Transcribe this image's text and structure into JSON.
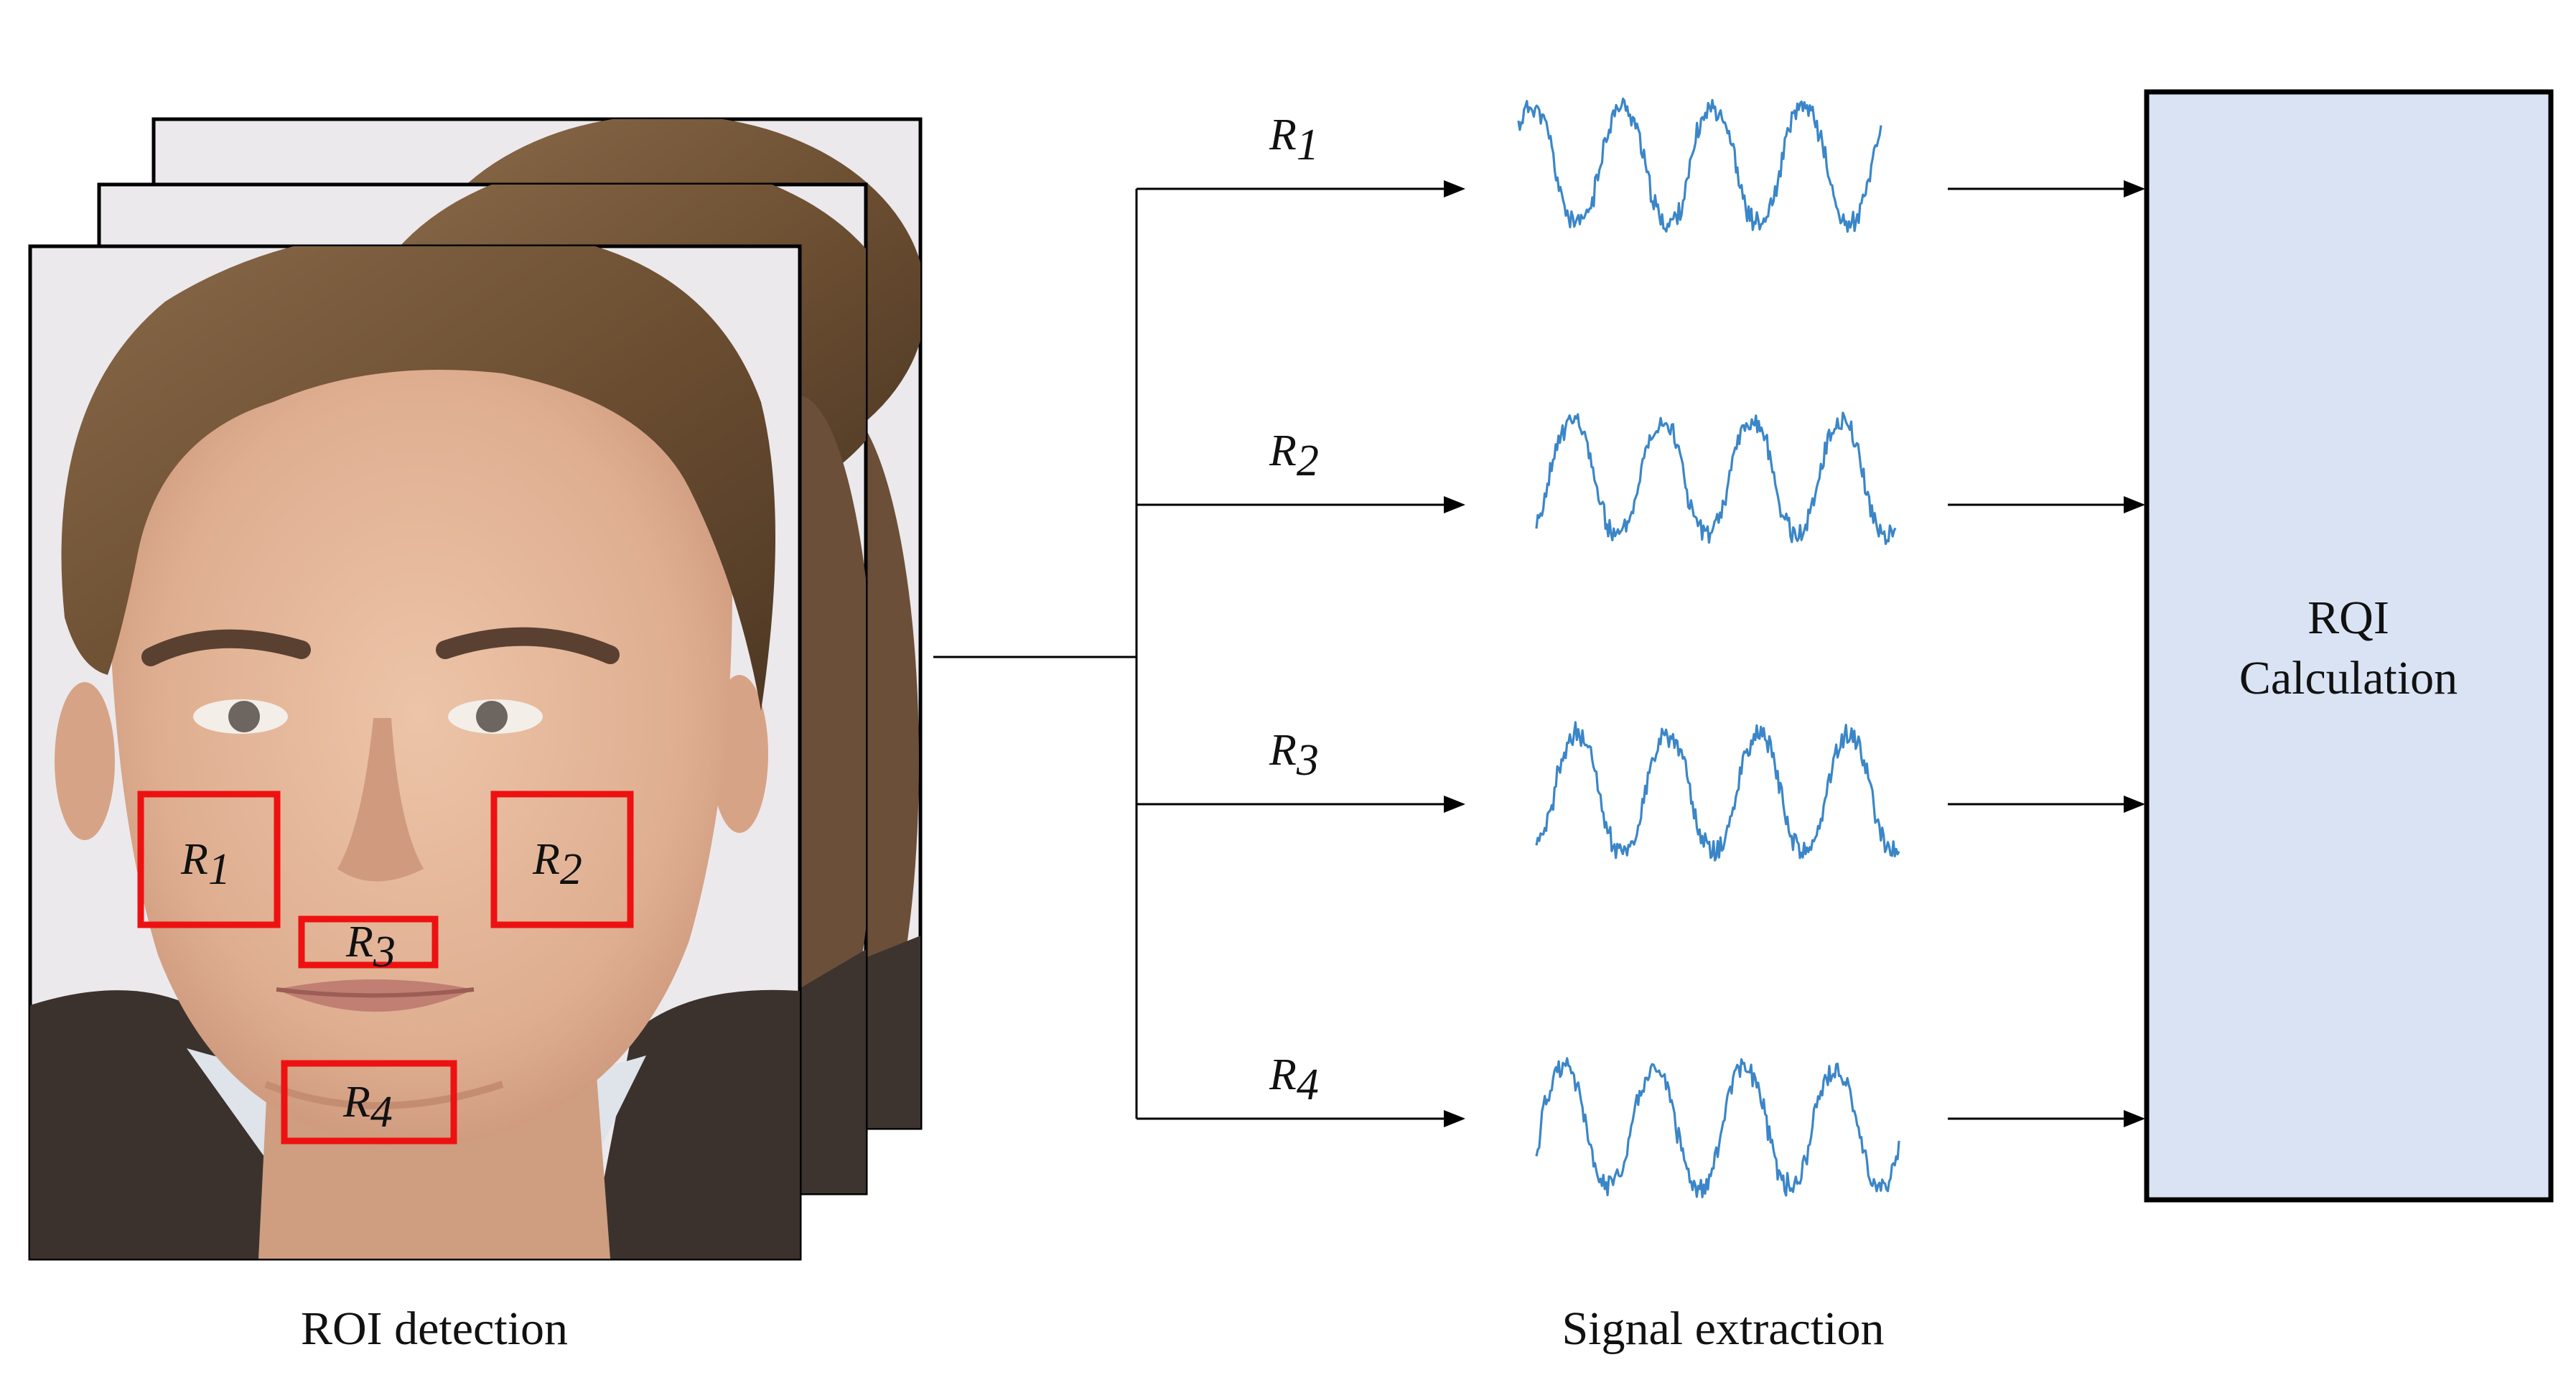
{
  "captions": {
    "roi_detection": "ROI detection",
    "signal_extraction": "Signal extraction"
  },
  "rqi_box": {
    "line1": "RQI",
    "line2": "Calculation",
    "fill": "#dae3f3"
  },
  "regions": [
    {
      "letter": "R",
      "sub": "1"
    },
    {
      "letter": "R",
      "sub": "2"
    },
    {
      "letter": "R",
      "sub": "3"
    },
    {
      "letter": "R",
      "sub": "4"
    }
  ],
  "colors": {
    "roi_box": "#ee1111",
    "signal": "#3a86c8",
    "line": "#000000",
    "skin": "#e6b89e",
    "hair": "#7a5a3c",
    "background": "#ece9ec"
  }
}
